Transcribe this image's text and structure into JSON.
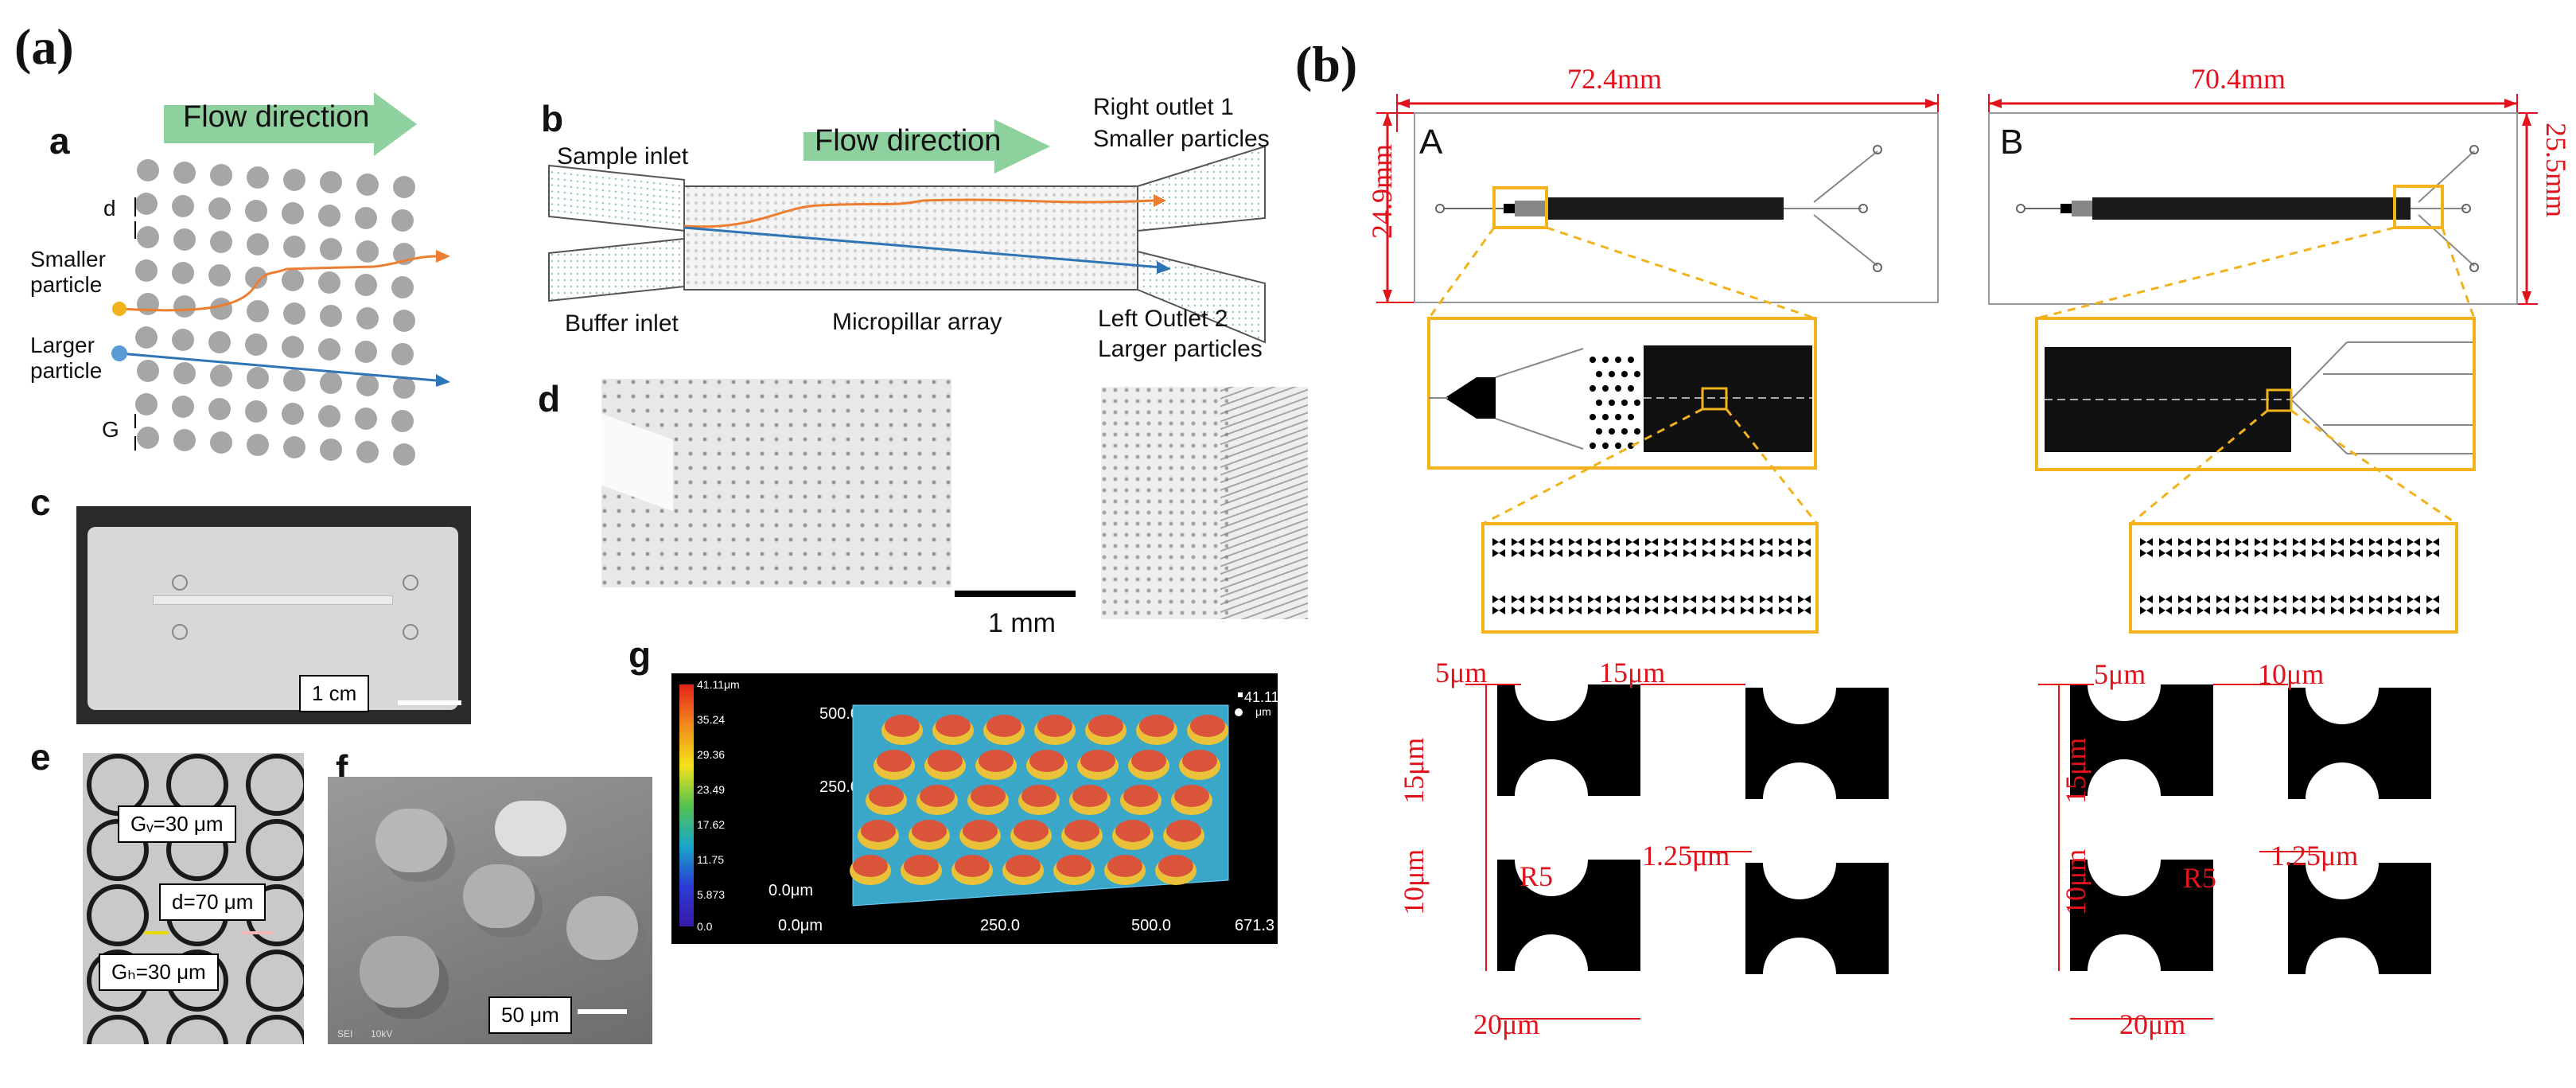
{
  "panel_a": {
    "label": "(a)",
    "a": {
      "letter": "a",
      "flow_label": "Flow direction",
      "d_label": "d",
      "g_label": "G",
      "smaller_label": "Smaller particle",
      "larger_label": "Larger particle",
      "colors": {
        "pillar": "#a6a6a6",
        "smaller": "#ed7d31",
        "larger": "#2e75b6",
        "arrow": "#8fd19e"
      }
    },
    "b": {
      "letter": "b",
      "flow_label": "Flow direction",
      "sample_inlet": "Sample inlet",
      "buffer_inlet": "Buffer inlet",
      "micropillar": "Micropillar array",
      "right_outlet_1": "Right outlet 1",
      "right_outlet_2": "Smaller particles",
      "left_outlet_1": "Left Outlet 2",
      "left_outlet_2": "Larger particles"
    },
    "c": {
      "letter": "c",
      "scale": "1 cm"
    },
    "d": {
      "letter": "d",
      "scale": "1 mm"
    },
    "e": {
      "letter": "e",
      "gv": "Gᵥ=30 μm",
      "d": "d=70 μm",
      "gh": "Gₕ=30 μm"
    },
    "f": {
      "letter": "f",
      "scale": "50 μm",
      "sem_meta_1": "SEI",
      "sem_meta_2": "10kV"
    },
    "g": {
      "letter": "g",
      "colorbar": [
        "41.11μm",
        "35.24",
        "29.36",
        "23.49",
        "17.62",
        "11.75",
        "5.873",
        "0.0"
      ],
      "y_ticks": [
        "500.0",
        "250.0",
        "0.0μm"
      ],
      "x_ticks": [
        "0.0μm",
        "250.0",
        "500.0",
        "671.3"
      ],
      "corner_value": "41.11",
      "corner_unit": "μm"
    }
  },
  "panel_b": {
    "label": "(b)",
    "A": {
      "letter": "A",
      "width": "72.4mm",
      "height": "24.9mm",
      "gap_5": "5μm",
      "gap_15": "15μm",
      "h_15": "15μm",
      "h_10": "10μm",
      "offset": "1.25μm",
      "radius": "R5",
      "w_20": "20μm"
    },
    "B": {
      "letter": "B",
      "width": "70.4mm",
      "height": "25.5mm",
      "gap_5": "5μm",
      "gap_10": "10μm",
      "h_15": "15μm",
      "h_10": "10μm",
      "offset": "1.25μm",
      "radius": "R5",
      "w_20": "20μm"
    },
    "colors": {
      "dimension": "#e0121b",
      "highlight": "#f2b21b"
    }
  }
}
